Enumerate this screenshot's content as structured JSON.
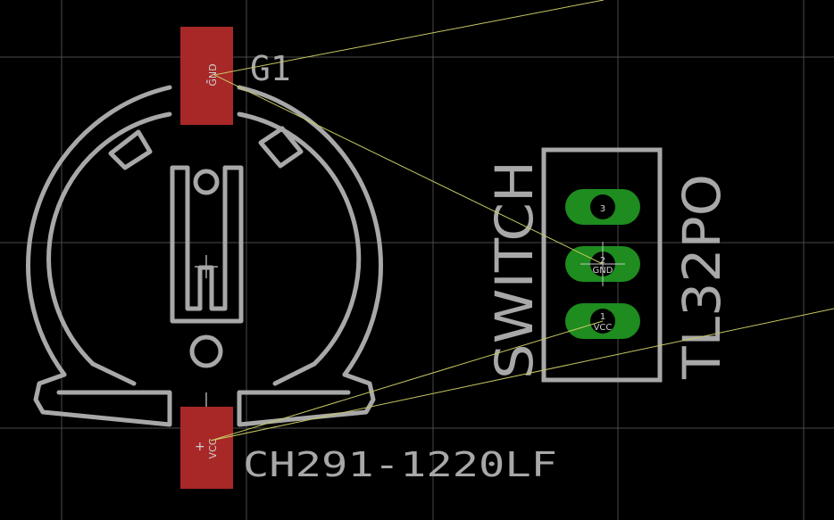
{
  "colors": {
    "background": "#000000",
    "grid": "#4a4a4a",
    "silkscreen": "#a8a8a8",
    "smd_pad": "#a82828",
    "tht_pad": "#1e8c1e",
    "drill": "#000000",
    "airwire": "#c8c864",
    "pad_text": "#d0d0d0"
  },
  "battery_holder": {
    "name": "G1",
    "value": "CH291-1220LF",
    "pad_top": {
      "name": "GND",
      "polarity": "-"
    },
    "pad_bottom": {
      "name": "VCC",
      "polarity": "+"
    }
  },
  "switch": {
    "name": "SWITCH",
    "value": "TL32PO",
    "pins": [
      {
        "number": "3",
        "name": ""
      },
      {
        "number": "2",
        "name": "GND"
      },
      {
        "number": "1",
        "name": "VCC"
      }
    ]
  },
  "icons": {
    "airwire": "airwire-line",
    "origin": "origin-cross-icon"
  }
}
